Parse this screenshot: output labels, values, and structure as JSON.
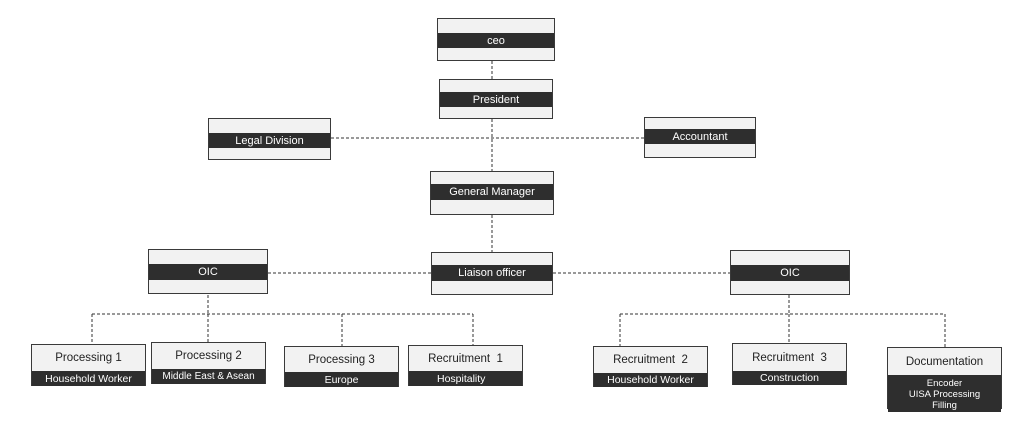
{
  "nodes": {
    "ceo": {
      "label": "ceo"
    },
    "president": {
      "label": "President"
    },
    "legal": {
      "label": "Legal Division"
    },
    "accountant": {
      "label": "Accountant"
    },
    "gm": {
      "label": "General Manager"
    },
    "liaison": {
      "label": "Liaison officer"
    },
    "oic_left": {
      "label": "OIC"
    },
    "oic_right": {
      "label": "OIC"
    },
    "processing1": {
      "title": "Processing 1",
      "sub": "Household Worker"
    },
    "processing2": {
      "title": "Processing 2",
      "sub": "Middle East & Asean"
    },
    "processing3": {
      "title": "Processing 3",
      "sub": "Europe"
    },
    "recruitment1": {
      "title": "Recruitment  1",
      "sub": "Hospitality"
    },
    "recruitment2": {
      "title": "Recruitment  2",
      "sub": "Household Worker"
    },
    "recruitment3": {
      "title": "Recruitment  3",
      "sub": "Construction"
    },
    "documentation": {
      "title": "Documentation",
      "sub_lines": [
        "Encoder",
        "UISA Processing",
        "Filling"
      ]
    }
  },
  "colors": {
    "band": "#2e2e2e",
    "box_fill": "#f2f2f2",
    "border": "#3a3a3a",
    "connector": "#333333"
  }
}
